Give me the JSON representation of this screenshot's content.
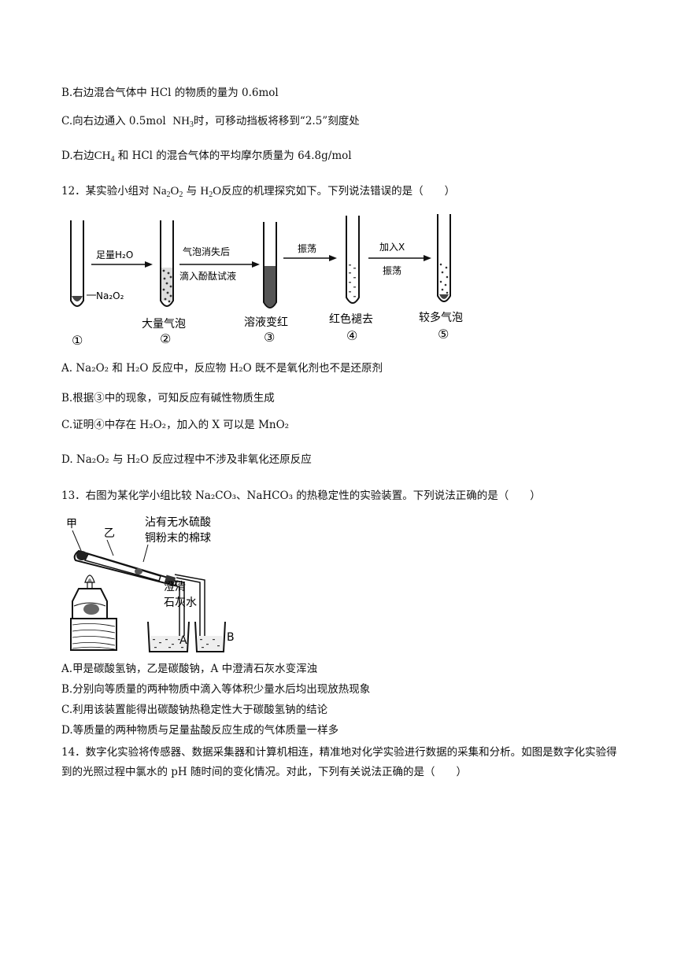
{
  "options_q11": {
    "B": "B.右边混合气体中 HCl 的物质的量为 0.6mol",
    "C_pre": "C.向右边通入 0.5mol",
    "C_chem": "NH",
    "C_sub": "3",
    "C_post": "时，可移动挡板将移到“2.5”刻度处",
    "D_pre": "D.右边",
    "D_chem": "CH",
    "D_sub": "4",
    "D_post": "和 HCl 的混合气体的平均摩尔质量为 64.8g/mol"
  },
  "q12": {
    "num": "12．某实验小组对",
    "chem1": "Na",
    "chem1_sub1": "2",
    "chem1_b": "O",
    "chem1_sub2": "2",
    "mid": "与",
    "chem2": "H",
    "chem2_sub": "2",
    "chem2_b": "O",
    "tail": "反应的机理探究如下。下列说法错误的是（　　）",
    "figure": {
      "step1_label": "足量H₂O",
      "step2_label_a": "气泡消失后",
      "step2_label_b": "滴入酚酞试液",
      "step3_label": "振荡",
      "step4_label_a": "加入X",
      "step4_label_b": "振荡",
      "tube1_reagent": "Na₂O₂",
      "tube2_caption": "大量气泡",
      "tube3_caption": "溶液变红",
      "tube4_caption": "红色褪去",
      "tube5_caption": "较多气泡",
      "num1": "①",
      "num2": "②",
      "num3": "③",
      "num4": "④",
      "num5": "⑤"
    },
    "A": "A. Na₂O₂ 和 H₂O 反应中，反应物 H₂O 既不是氧化剂也不是还原剂",
    "B": "B.根据③中的现象，可知反应有碱性物质生成",
    "C": "C.证明④中存在 H₂O₂，加入的 X 可以是 MnO₂",
    "D": "D. Na₂O₂ 与 H₂O 反应过程中不涉及非氧化还原反应"
  },
  "q13": {
    "stem": "13．右图为某化学小组比较 Na₂CO₃、NaHCO₃ 的热稳定性的实验装置。下列说法正确的是（　　）",
    "figure": {
      "label_jia": "甲",
      "label_yi": "乙",
      "label_cotton_a": "沾有无水硫酸",
      "label_cotton_b": "铜粉末的棉球",
      "label_lime_a": "澄清",
      "label_lime_b": "石灰水",
      "label_A": "A",
      "label_B": "B"
    },
    "A": "A.甲是碳酸氢钠，乙是碳酸钠，A 中澄清石灰水变浑浊",
    "B": "B.分别向等质量的两种物质中滴入等体积少量水后均出现放热现象",
    "C": "C.利用该装置能得出碳酸钠热稳定性大于碳酸氢钠的结论",
    "D": "D.等质量的两种物质与足量盐酸反应生成的气体质量一样多"
  },
  "q14": {
    "stem": "14．数字化实验将传感器、数据采集器和计算机相连，精准地对化学实验进行数据的采集和分析。如图是数字化实验得到的光照过程中氯水的 pH 随时间的变化情况。对此，下列有关说法正确的是（　　）"
  }
}
